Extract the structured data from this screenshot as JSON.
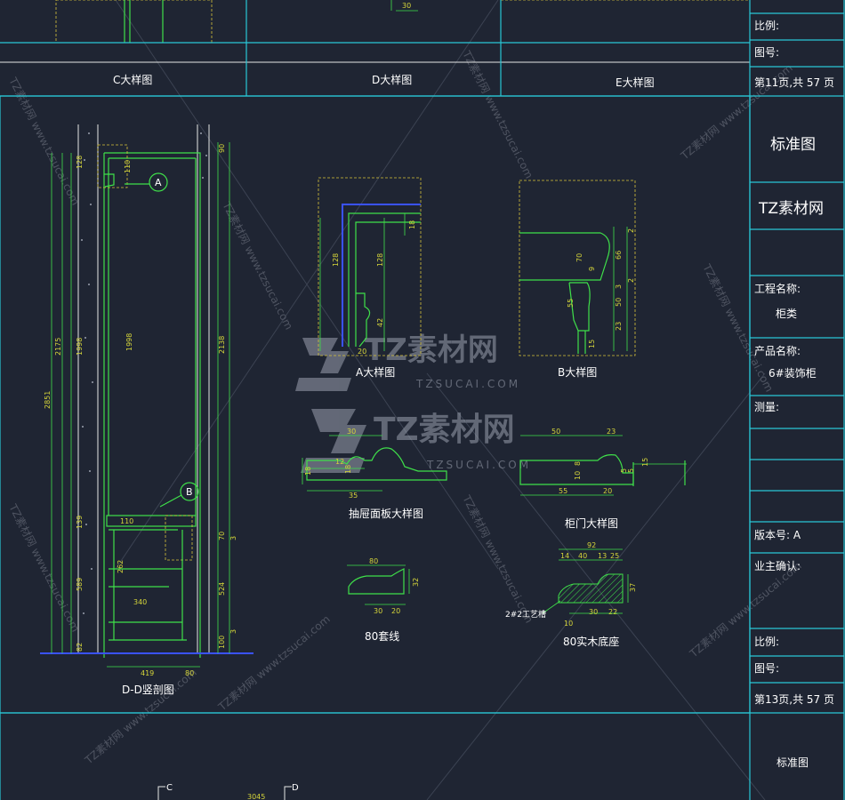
{
  "colors": {
    "background": "#1f2533",
    "frame": "#29c7d6",
    "drawing": "#3fe04a",
    "dimension": "#d6d63a",
    "hidden": "#d8c43a",
    "floor": "#3a52ff"
  },
  "top_sheet": {
    "labels": [
      "C大样图",
      "D大样图",
      "E大样图"
    ],
    "dim_30": "30",
    "title_block": {
      "ratio": "比例:",
      "drawing_no": "图号:",
      "page": "第11页,共 57 页"
    }
  },
  "title_block": {
    "standard": "标准图",
    "brand": "TZ素材网",
    "project_label": "工程名称:",
    "project_value": "柜类",
    "product_label": "产品名称:",
    "product_value": "6#装饰柜",
    "survey_label": "测量:",
    "version_label": "版本号: A",
    "owner_label": "业主确认:",
    "ratio_label": "比例:",
    "drawing_no_label": "图号:",
    "page_text": "第13页,共 57 页"
  },
  "bottom_sheet": {
    "standard": "标准图",
    "mark_c": "C",
    "mark_d": "D",
    "dim": "3045"
  },
  "watermark": {
    "brand": "TZ素材网",
    "url": "TZSUCAI.COM",
    "diag_text": "TZ素材网 www.tzsucai.com"
  },
  "section_dd": {
    "title": "D-D竖剖图",
    "bubble_a": "A",
    "bubble_b": "B",
    "dims_left": [
      "128",
      "2175",
      "1998",
      "2851",
      "139",
      "589",
      "82"
    ],
    "dim_1998_inner": "1998",
    "dims_top": [
      "110"
    ],
    "dims_right": [
      "90",
      "2138",
      "70",
      "524",
      "100"
    ],
    "dims_right_small": [
      "3",
      "3"
    ],
    "dims_inner": [
      "110",
      "262",
      "340"
    ],
    "dims_bottom": [
      "419",
      "80"
    ]
  },
  "detail_a": {
    "title": "A大样图",
    "dims": [
      "18",
      "128",
      "128",
      "42",
      "20"
    ]
  },
  "detail_b": {
    "title": "B大样图",
    "dims": [
      "2",
      "70",
      "66",
      "3",
      "2",
      "55",
      "50",
      "23",
      "15",
      "9"
    ]
  },
  "drawer_panel": {
    "title": "抽屉面板大样图",
    "dims": [
      "30",
      "18",
      "12",
      "18",
      "35"
    ]
  },
  "cabinet_door": {
    "title": "柜门大样图",
    "dims": [
      "50",
      "23",
      "10",
      "8",
      "5",
      "5",
      "15",
      "55",
      "20"
    ]
  },
  "casing_80": {
    "title": "80套线",
    "dims": [
      "80",
      "32",
      "30",
      "20"
    ]
  },
  "base_80": {
    "title": "80实木底座",
    "dims": [
      "92",
      "14",
      "40",
      "13",
      "25",
      "37",
      "30",
      "22",
      "10"
    ],
    "note": "2#2工艺槽"
  }
}
